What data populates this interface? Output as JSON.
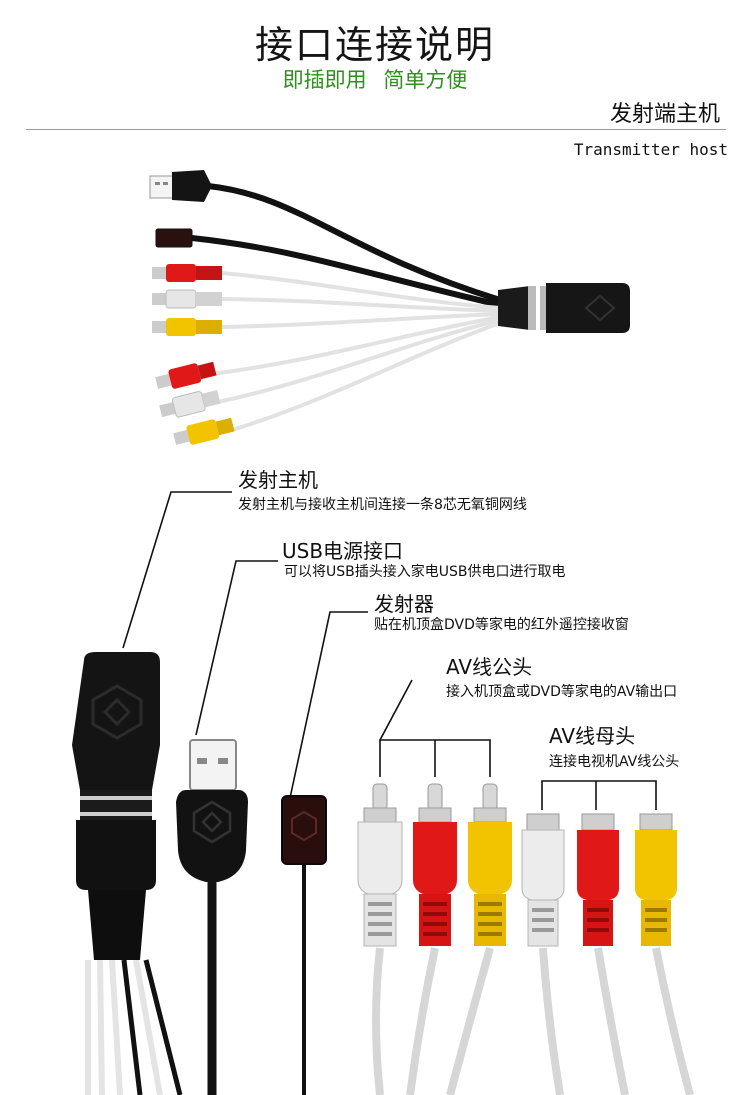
{
  "header": {
    "title": "接口连接说明",
    "subtitle": "即插即用 简单方便",
    "section_heading": "发射端主机",
    "section_subheading": "Transmitter host"
  },
  "callouts": [
    {
      "title": "发射主机",
      "description": "发射主机与接收主机间连接一条8芯无氧铜网线"
    },
    {
      "title": "USB电源接口",
      "description": "可以将USB插头接入家电USB供电口进行取电"
    },
    {
      "title": "发射器",
      "description": "贴在机顶盒DVD等家电的红外遥控接收窗"
    },
    {
      "title": "AV线公头",
      "description": "接入机顶盒或DVD等家电的AV输出口"
    },
    {
      "title": "AV线母头",
      "description": "连接电视机AV线公头"
    }
  ],
  "colors": {
    "title_text": "#151515",
    "subtitle_green": "#2f8f1f",
    "rca_red": "#e01818",
    "rca_white": "#e8e8e8",
    "rca_yellow": "#f2c400",
    "cable_black": "#111111",
    "cable_white": "#dcdcdc"
  },
  "icons": [
    "hex-logo-icon"
  ]
}
